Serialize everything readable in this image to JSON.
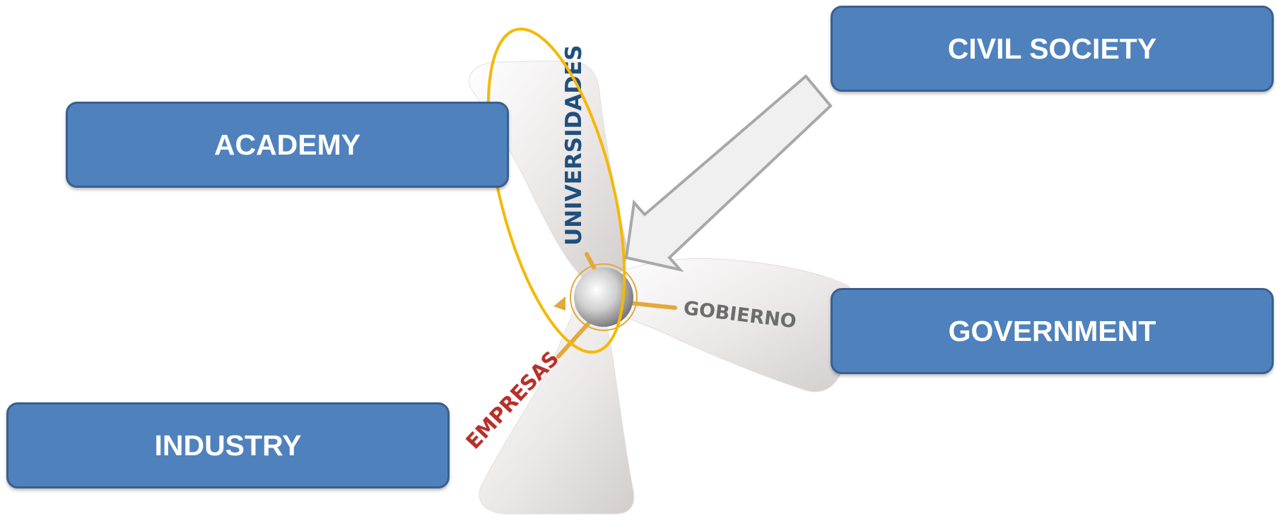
{
  "labels": {
    "academy": "ACADEMY",
    "industry": "INDUSTRY",
    "civil_society": "CIVIL SOCIETY",
    "government": "GOVERNMENT"
  },
  "propeller": {
    "blade_top": "UNIVERSIDADES",
    "blade_left": "EMPRESAS",
    "blade_right": "GOBIERNO"
  },
  "colors": {
    "box_fill": "#4f81bd",
    "box_border": "#3a5f8f",
    "highlight_ellipse": "#f5b800",
    "spoke": "#e2a93b",
    "text_universidades": "#1f4f7c",
    "text_empresas": "#b8302a",
    "text_gobierno": "#6d6d6d",
    "arrow_fill": "#f0f0f0",
    "arrow_stroke": "#a8a8a8"
  }
}
